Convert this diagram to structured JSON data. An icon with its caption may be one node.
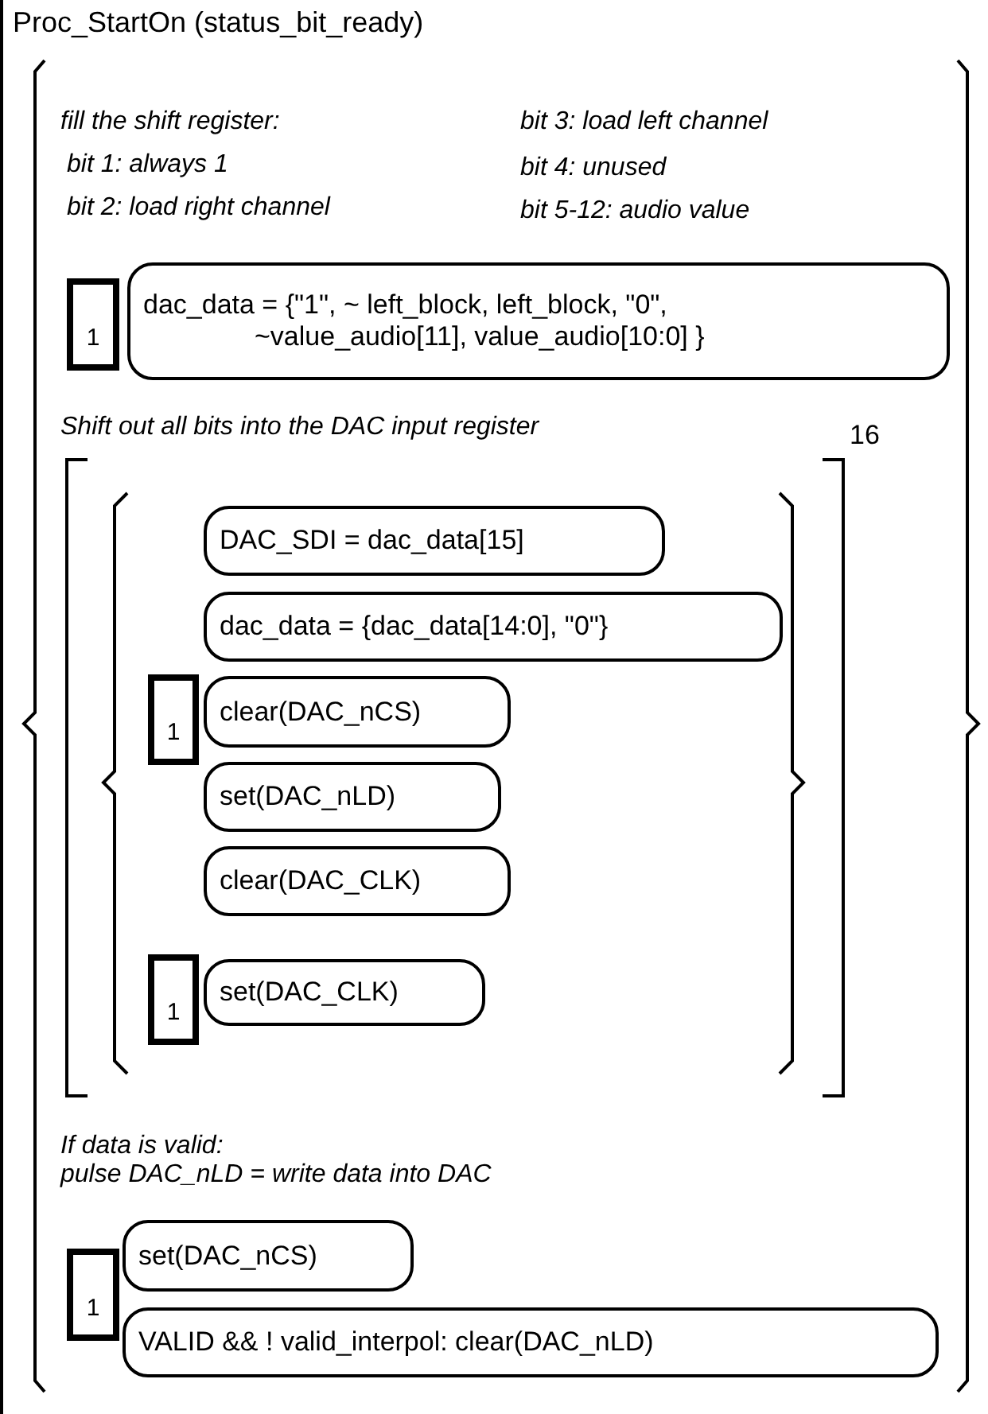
{
  "diagram": {
    "nodes": [
      {
        "text": [
          "Proc_StartOn (status_bit_ready)"
        ]
      },
      {
        "text": [
          "1"
        ],
        "in": 0
      },
      {
        "text": [
          "dac_data = {\"1\", ~ left_block, left_block, \"0\", ~value_audio[11], value_audio[10:0] }"
        ],
        "in": 0
      },
      {
        "text": [
          "DAC_SDI = dac_data[15]"
        ],
        "in": 0
      },
      {
        "text": [
          "dac_data = {dac_data[14:0], \"0\"}"
        ],
        "in": 0
      },
      {
        "text": [
          "1"
        ],
        "in": 0
      },
      {
        "text": [
          "clear(DAC_nCS)"
        ],
        "in": 0
      },
      {
        "text": [
          "set(DAC_nLD)"
        ],
        "in": 0
      },
      {
        "text": [
          "clear(DAC_CLK)"
        ],
        "in": 0
      },
      {
        "text": [
          "1"
        ],
        "in": 0
      },
      {
        "text": [
          "set(DAC_CLK)"
        ],
        "in": 0
      },
      {
        "text": [
          "1"
        ],
        "in": 0
      },
      {
        "text": [
          "set(DAC_nCS)"
        ],
        "in": 0
      },
      {
        "text": [
          "VALID && ! valid_interpol: clear(DAC_nLD)"
        ],
        "in": 0
      }
    ],
    "labels": [
      "fill the shift register:",
      "bit 1: always 1",
      "bit 2: load right channel",
      "bit 3: load left channel",
      "bit 4: unused",
      "bit 5-12: audio value",
      "Shift out all bits into the DAC input register",
      "16",
      "If data is valid: pulse DAC_nLD = write data into DAC"
    ]
  }
}
